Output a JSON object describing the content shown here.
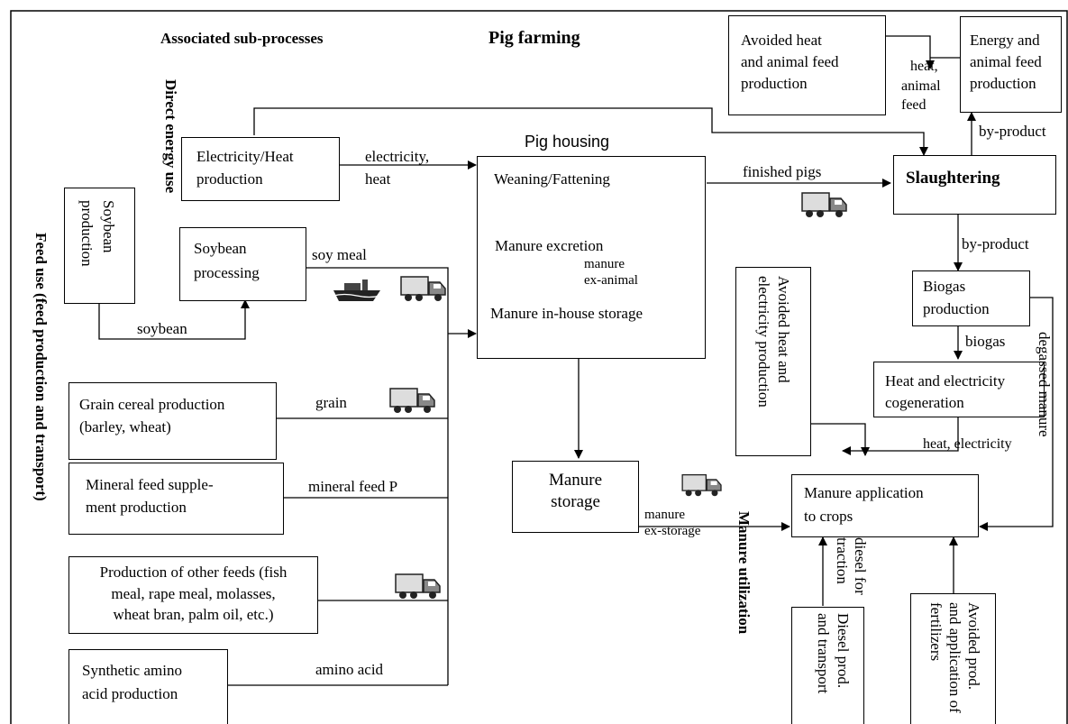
{
  "headings": {
    "associated": "Associated sub-processes",
    "pig_farming": "Pig farming",
    "pig_housing": "Pig housing",
    "direct_energy_use": "Direct energy use",
    "feed_use": "Feed use (feed production and transport)",
    "manure_utilization": "Manure utilization"
  },
  "boxes": {
    "electricity_heat": [
      "Electricity/Heat",
      "production"
    ],
    "soybean_production": [
      "Soybean",
      "production"
    ],
    "soybean_processing": [
      "Soybean",
      "processing"
    ],
    "grain": [
      "Grain cereal production",
      "(barley, wheat)"
    ],
    "mineral": [
      "Mineral feed supple-",
      "ment production"
    ],
    "other_feeds": [
      "Production of other feeds (fish",
      "meal, rape meal, molasses,",
      "wheat bran, palm oil, etc.)"
    ],
    "amino": [
      "Synthetic amino",
      "acid production"
    ],
    "weaning": "Weaning/Fattening",
    "manure_excretion": "Manure excretion",
    "manure_inhouse": "Manure in-house storage",
    "manure_storage": [
      "Manure",
      "storage"
    ],
    "slaughtering": "Slaughtering",
    "avoided_heat_feed": [
      "Avoided heat",
      "and animal feed",
      "production"
    ],
    "energy_feed": [
      "Energy and",
      "animal feed",
      "production"
    ],
    "biogas": [
      "Biogas",
      "production"
    ],
    "cogeneration": [
      "Heat and electricity",
      "cogeneration"
    ],
    "avoided_heat_elec": [
      "Avoided heat and",
      "electricity production"
    ],
    "manure_application": [
      "Manure application",
      "to crops"
    ],
    "diesel": [
      "Diesel prod.",
      "and transport"
    ],
    "avoided_fert": [
      "Avoided prod.",
      "and application of",
      "fertilizers"
    ]
  },
  "labels": {
    "electricity_heat": [
      "electricity,",
      "heat"
    ],
    "soy_meal": "soy meal",
    "soybean": "soybean",
    "grain": "grain",
    "mineral_feed_p": "mineral feed P",
    "amino_acid": "amino acid",
    "manure_ex_animal": [
      "manure",
      "ex-animal"
    ],
    "finished_pigs": "finished pigs",
    "heat_animal_feed": [
      "heat,",
      "animal",
      "feed"
    ],
    "by_product_top": "by-product",
    "by_product_mid": "by-product",
    "biogas": "biogas",
    "degassed_manure": "degassed manure",
    "heat_electricity": "heat, electricity",
    "manure_ex_storage": [
      "manure",
      "ex-storage"
    ],
    "diesel_traction": [
      "diesel for",
      "traction"
    ]
  },
  "icons": [
    "ship-icon",
    "truck-icon"
  ]
}
